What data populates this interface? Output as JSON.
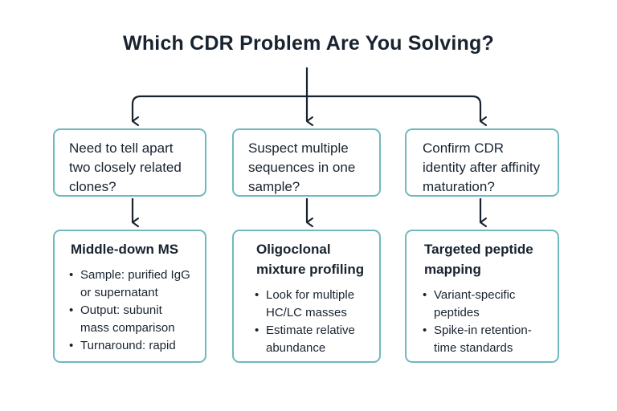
{
  "title": "Which CDR Problem Are You Solving?",
  "colors": {
    "box_border": "#6fb9bd",
    "text": "#18232f",
    "connector": "#18232f"
  },
  "nodes": {
    "questions": [
      {
        "id": "q1",
        "text": "Need to tell apart two closely related clones?"
      },
      {
        "id": "q2",
        "text": "Suspect multiple sequences in one sample?"
      },
      {
        "id": "q3",
        "text": "Confirm CDR identity after affinity maturation?"
      }
    ],
    "answers": [
      {
        "id": "a1",
        "title": "Middle-down MS",
        "bullets": [
          "Sample: purified IgG or supernatant",
          "Output: subunit mass comparison",
          "Turnaround: rapid"
        ]
      },
      {
        "id": "a2",
        "title": "Oligoclonal mixture profiling",
        "bullets": [
          "Look for multiple HC/LC masses",
          "Estimate relative abundance"
        ]
      },
      {
        "id": "a3",
        "title": "Targeted peptide mapping",
        "bullets": [
          "Variant-specific peptides",
          "Spike-in retention-time standards"
        ]
      }
    ]
  },
  "edges": [
    {
      "from": "title",
      "to": "q1"
    },
    {
      "from": "title",
      "to": "q2"
    },
    {
      "from": "title",
      "to": "q3"
    },
    {
      "from": "q1",
      "to": "a1"
    },
    {
      "from": "q2",
      "to": "a2"
    },
    {
      "from": "q3",
      "to": "a3"
    }
  ]
}
